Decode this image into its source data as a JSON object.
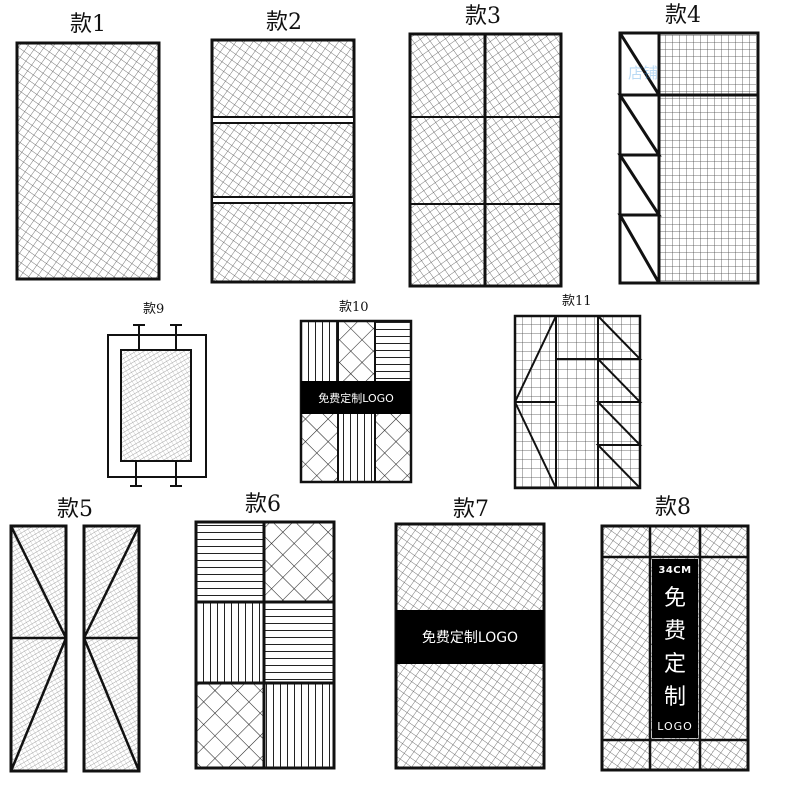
{
  "designs": [
    {
      "id": "d1",
      "label": "款1"
    },
    {
      "id": "d2",
      "label": "款2"
    },
    {
      "id": "d3",
      "label": "款3"
    },
    {
      "id": "d4",
      "label": "款4"
    },
    {
      "id": "d9",
      "label": "款9"
    },
    {
      "id": "d10",
      "label": "款10",
      "logo_text": "免费定制LOGO"
    },
    {
      "id": "d11",
      "label": "款11"
    },
    {
      "id": "d5",
      "label": "款5"
    },
    {
      "id": "d6",
      "label": "款6"
    },
    {
      "id": "d7",
      "label": "款7",
      "logo_text": "免费定制LOGO"
    },
    {
      "id": "d8",
      "label": "款8",
      "size_text": "34CM",
      "vertical_chars": [
        "免",
        "费",
        "定",
        "制"
      ],
      "logo_text": "LOGO"
    }
  ],
  "watermark": "店铺",
  "colors": {
    "frame": "#111111",
    "mesh": "#5a5a5a",
    "mesh_fine": "#777777",
    "tag_bg": "#000000",
    "tag_text": "#ffffff"
  }
}
